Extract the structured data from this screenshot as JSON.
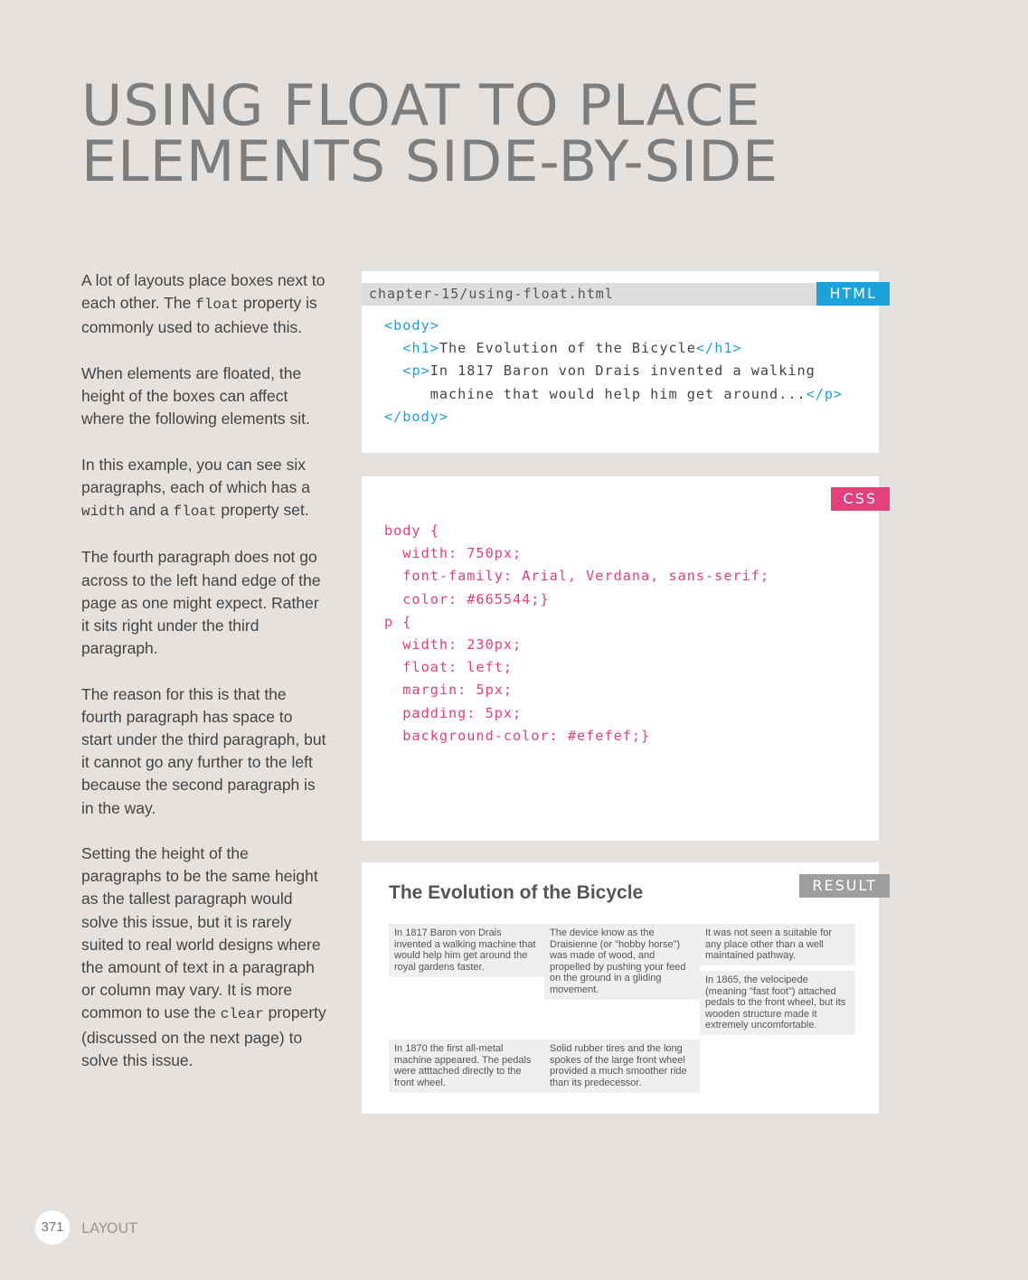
{
  "title": {
    "line1": "USING FLOAT TO PLACE",
    "line2": "ELEMENTS SIDE-BY-SIDE"
  },
  "intro": {
    "p1_a": "A lot of layouts place boxes next to each other. The ",
    "p1_code": "float",
    "p1_b": " property is commonly used to achieve this.",
    "p2": "When elements are floated, the height of the boxes can affect where the following elements sit.",
    "p3_a": "In this example, you can see six paragraphs, each of which has a ",
    "p3_code1": "width",
    "p3_b": " and a ",
    "p3_code2": "float",
    "p3_c": " property set.",
    "p4": "The fourth paragraph does not go across to the left hand edge of the page as one might expect. Rather it sits right under the third paragraph.",
    "p5": "The reason for this is that the fourth paragraph has space to start under the third paragraph, but it cannot go any further to the left because the second paragraph is in the way.",
    "p6_a": "Setting the height of the paragraphs to be the same height as the tallest paragraph would solve this issue, but it is rarely suited to real world designs where the amount of text in a paragraph or column may vary. It is more common to use the ",
    "p6_code": "clear",
    "p6_b": " property (discussed on the next page) to solve this issue."
  },
  "html_panel": {
    "tag": "HTML",
    "filename": "chapter-15/using-float.html",
    "l1_tag": "<body>",
    "l2_open": "<h1>",
    "l2_text": "The Evolution of the Bicycle",
    "l2_close": "</h1>",
    "l3_open": "<p>",
    "l3_text": "In 1817 Baron von Drais invented a walking",
    "l4_text": "machine that would help him get around...",
    "l4_close": "</p>",
    "l5_tag": "</body>"
  },
  "css_panel": {
    "tag": "CSS",
    "lines": [
      "body {",
      "  width: 750px;",
      "  font-family: Arial, Verdana, sans-serif;",
      "  color: #665544;}",
      "p {",
      "  width: 230px;",
      "  float: left;",
      "  margin: 5px;",
      "  padding: 5px;",
      "  background-color: #efefef;}"
    ]
  },
  "result_panel": {
    "tag": "RESULT",
    "heading": "The Evolution of the Bicycle",
    "paragraphs": [
      "In 1817 Baron von Drais invented a walking machine that would help him get around the royal gardens faster.",
      "The device know as the Draisienne (or \"hobby horse\") was made of wood, and propelled by pushing your feed on the ground in a gliding movement.",
      "It was not seen a suitable for any place other than a well maintained pathway.",
      "In 1865, the velocipede (meaning \"fast foot\") attached pedals to the front wheel, but its wooden structure made it extremely uncomfortable.",
      "In 1870 the first all-metal machine appeared. The pedals were atttached directly to the front wheel.",
      "Solid rubber tires and the long spokes of the large front wheel provided a much smoother ride than its predecessor."
    ]
  },
  "footer": {
    "page_number": "371",
    "section": "LAYOUT"
  },
  "colors": {
    "page_bg": "#e5e1de",
    "html_accent": "#1da1db",
    "css_accent": "#e4407c",
    "result_accent": "#9e9e9e"
  }
}
